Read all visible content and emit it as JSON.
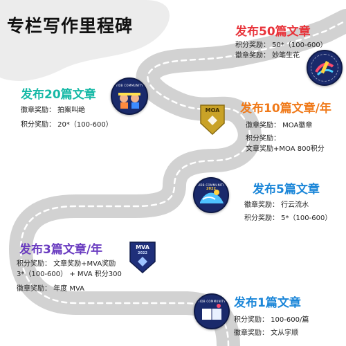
{
  "title": "专栏写作里程碑",
  "colors": {
    "road": "#d2d2d2",
    "road_dash": "#ffffff",
    "background_blob": "#ececec",
    "red": "#e8333a",
    "teal": "#16b9a6",
    "orange": "#f07a1a",
    "blue": "#1b86d8",
    "purple": "#6a3cc0",
    "badge_navy": "#1a2a6b",
    "shield_gold": "#c9a227"
  },
  "milestones": {
    "m50": {
      "title": "发布50篇文章",
      "lines": [
        "积分奖励：   50*（100-600）",
        "徽章奖励：   妙笔生花"
      ],
      "badge_icon": "badge-pen-icon"
    },
    "m20": {
      "title": "发布20篇文章",
      "lines": [
        "徽章奖励：   拍案叫绝",
        "积分奖励：   20*（100-600）"
      ],
      "badge_icon": "badge-clap-icon",
      "badge_header": "TIDB COMMUNITY"
    },
    "m10": {
      "title": "发布10篇文章/年",
      "lines": [
        "徽章奖励：   MOA徽章",
        "积分奖励：",
        "文章奖励+MOA 800积分"
      ],
      "shield_label": "MOA"
    },
    "m5": {
      "title": "发布5篇文章",
      "lines": [
        "徽章奖励：   行云流水",
        "积分奖励：   5*（100-600）"
      ],
      "badge_icon": "badge-wave-icon",
      "badge_header": "TIDB COMMUNITY",
      "badge_year": "2022"
    },
    "m3": {
      "title": "发布3篇文章/年",
      "lines": [
        "积分奖励：   文章奖励+MVA奖励",
        "3*（100-600） + MVA 积分300",
        "徽章奖励：   年度 MVA"
      ],
      "shield_label": "MVA",
      "shield_year": "2022"
    },
    "m1": {
      "title": "发布1篇文章",
      "lines": [
        "积分奖励：   100-600/篇",
        "徽章奖励：   文从字顺"
      ],
      "badge_icon": "badge-book-icon",
      "badge_header": "TIDB COMMUNITY"
    }
  }
}
